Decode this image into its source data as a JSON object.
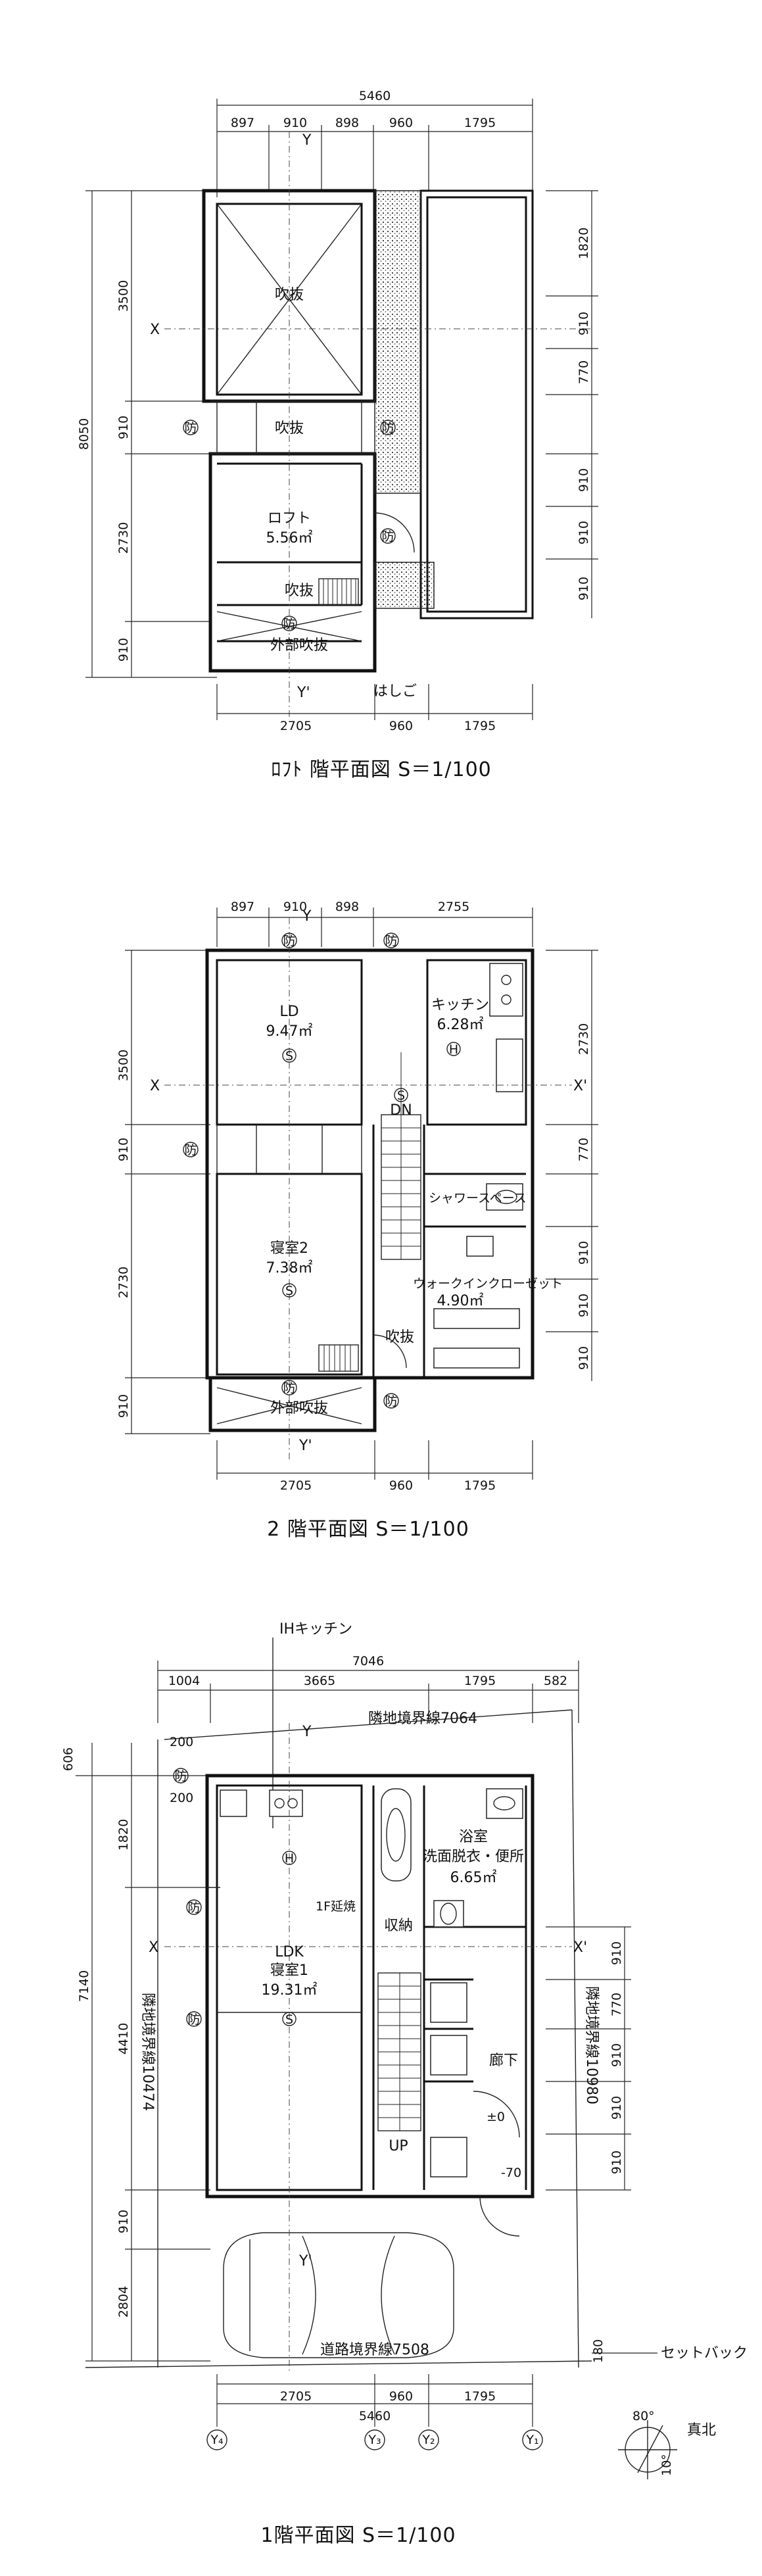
{
  "loft": {
    "title": "ﾛﾌﾄ 階平面図  S＝1/100",
    "dim_total_top": "5460",
    "dims_top": [
      "897",
      "910",
      "898",
      "960",
      "1795"
    ],
    "dims_bottom": [
      "2705",
      "960",
      "1795"
    ],
    "dim_total_left": "8050",
    "dims_left": [
      "3500",
      "910",
      "2730",
      "910"
    ],
    "dims_right": [
      "1820",
      "910",
      "770",
      "910",
      "910",
      "910"
    ],
    "rooms": {
      "fukinuke_main": "吹抜",
      "fukinuke_mid": "吹抜",
      "loft_name": "ロフト",
      "loft_area": "5.56㎡",
      "fukinuke_lower": "吹抜",
      "outer_fukinuke": "外部吹抜"
    },
    "ladder": "はしご",
    "axis_x": "X",
    "axis_y": "Y",
    "axis_y2": "Y'",
    "bou": "防"
  },
  "second": {
    "title": "2 階平面図  S＝1/100",
    "dims_top": [
      "897",
      "910",
      "898",
      "2755"
    ],
    "dims_bottom": [
      "2705",
      "960",
      "1795"
    ],
    "dims_left": [
      "3500",
      "910",
      "2730",
      "910"
    ],
    "dims_right": [
      "2730",
      "770",
      "910",
      "910",
      "910"
    ],
    "rooms": {
      "ld_name": "LD",
      "ld_area": "9.47㎡",
      "kitchen_name": "キッチン",
      "kitchen_area": "6.28㎡",
      "dn": "DN",
      "shower": "シャワースペース",
      "bed2_name": "寝室2",
      "bed2_area": "7.38㎡",
      "wic": "ウォークインクローゼット",
      "wic_area": "4.90㎡",
      "fukinuke": "吹抜",
      "outer_fukinuke": "外部吹抜"
    },
    "axis_x": "X",
    "axis_x2": "X'",
    "axis_y": "Y",
    "axis_y2": "Y'",
    "s": "S",
    "h": "H",
    "bou": "防"
  },
  "first": {
    "title": "1階平面図  S＝1/100",
    "ih_kitchen": "IHキッチン",
    "dim_total_top": "7046",
    "dims_top": [
      "1004",
      "3665",
      "1795",
      "582"
    ],
    "dim_200a": "200",
    "dim_200b": "200",
    "dim_606": "606",
    "dims_left": [
      "1820",
      "4410",
      "910",
      "2804"
    ],
    "dim_total_left": "7140",
    "dims_right": [
      "910",
      "770",
      "910",
      "910",
      "910"
    ],
    "dims_bottom": [
      "2705",
      "960",
      "1795"
    ],
    "dim_total_bottom": "5460",
    "dim_180": "180",
    "rooms": {
      "bath": "浴室",
      "wash": "洗面脱衣・便所",
      "wash_area": "6.65㎡",
      "ldk_name": "LDK",
      "bed1_name": "寝室1",
      "ldk_area": "19.31㎡",
      "storage": "収納",
      "hall": "廊下",
      "up": "UP",
      "ext_note": "1F延焼"
    },
    "boundary_top": "隣地境界線7064",
    "boundary_left": "隣地境界線10474",
    "boundary_right": "隣地境界線10980",
    "road": "道路境界線7508",
    "setback": "セットバック",
    "level_0": "±0",
    "level_70": "-70",
    "axis_x": "X",
    "axis_x2": "X'",
    "axis_y": "Y",
    "axis_y2": "Y'",
    "grid": [
      "Y₄",
      "Y₃",
      "Y₂",
      "Y₁"
    ],
    "north": "真北",
    "north_deg": "80°",
    "north_deg2": "10°",
    "s": "S",
    "h": "H",
    "bou": "防"
  }
}
